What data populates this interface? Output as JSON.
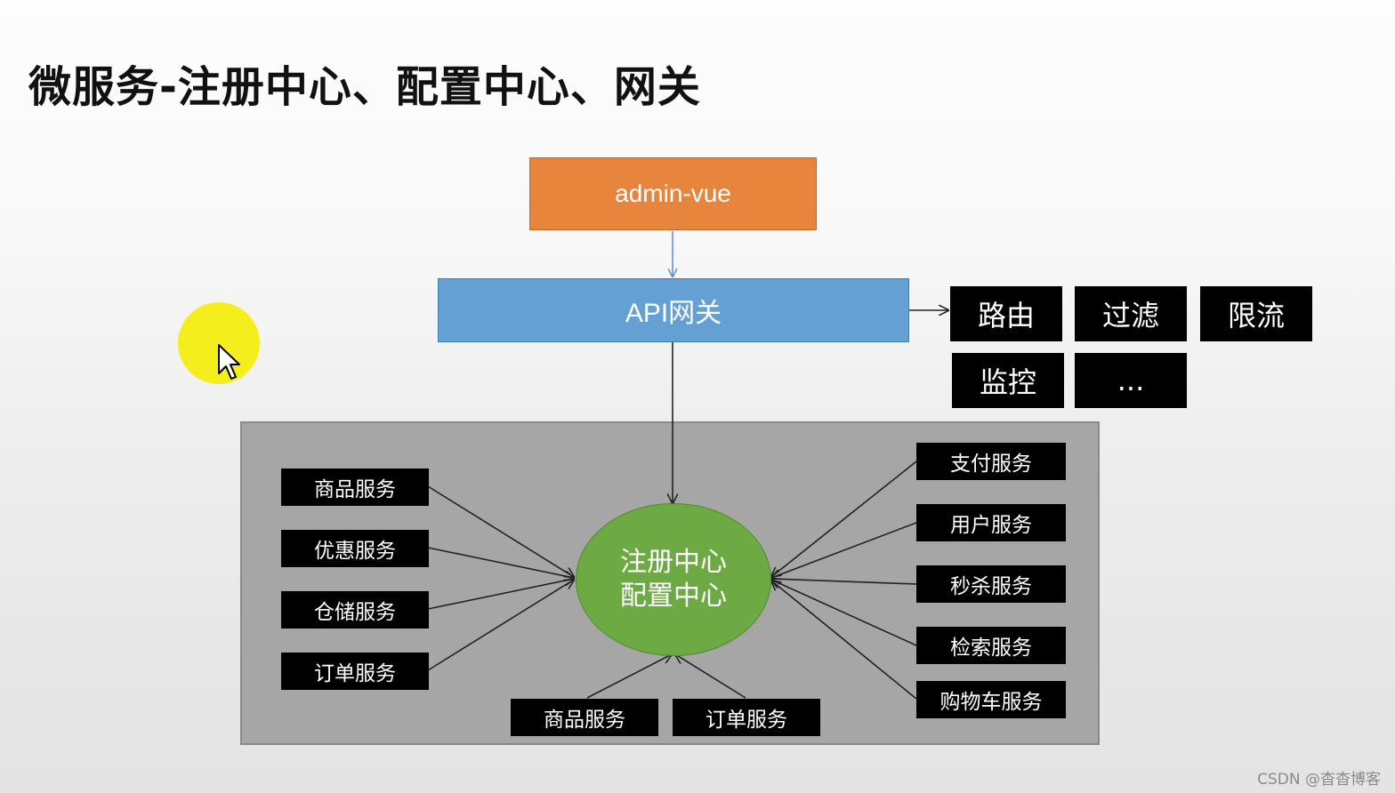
{
  "title": "微服务-注册中心、配置中心、网关",
  "client": "admin-vue",
  "gateway": "API网关",
  "gateway_features": [
    "路由",
    "过滤",
    "限流",
    "监控",
    "..."
  ],
  "hub": {
    "line1": "注册中心",
    "line2": "配置中心"
  },
  "services_left": [
    "商品服务",
    "优惠服务",
    "仓储服务",
    "订单服务"
  ],
  "services_bottom": [
    "商品服务",
    "订单服务"
  ],
  "services_right": [
    "支付服务",
    "用户服务",
    "秒杀服务",
    "检索服务",
    "购物车服务"
  ],
  "watermark": "CSDN @杳杳博客",
  "colors": {
    "client": "#e8853c",
    "gateway": "#64a0d4",
    "hub": "#6eaa44",
    "panel": "#a6a6a6",
    "service_box": "#000000",
    "cursor_highlight": "#f5ee1d"
  },
  "icons": [
    "mouse-pointer-icon"
  ]
}
